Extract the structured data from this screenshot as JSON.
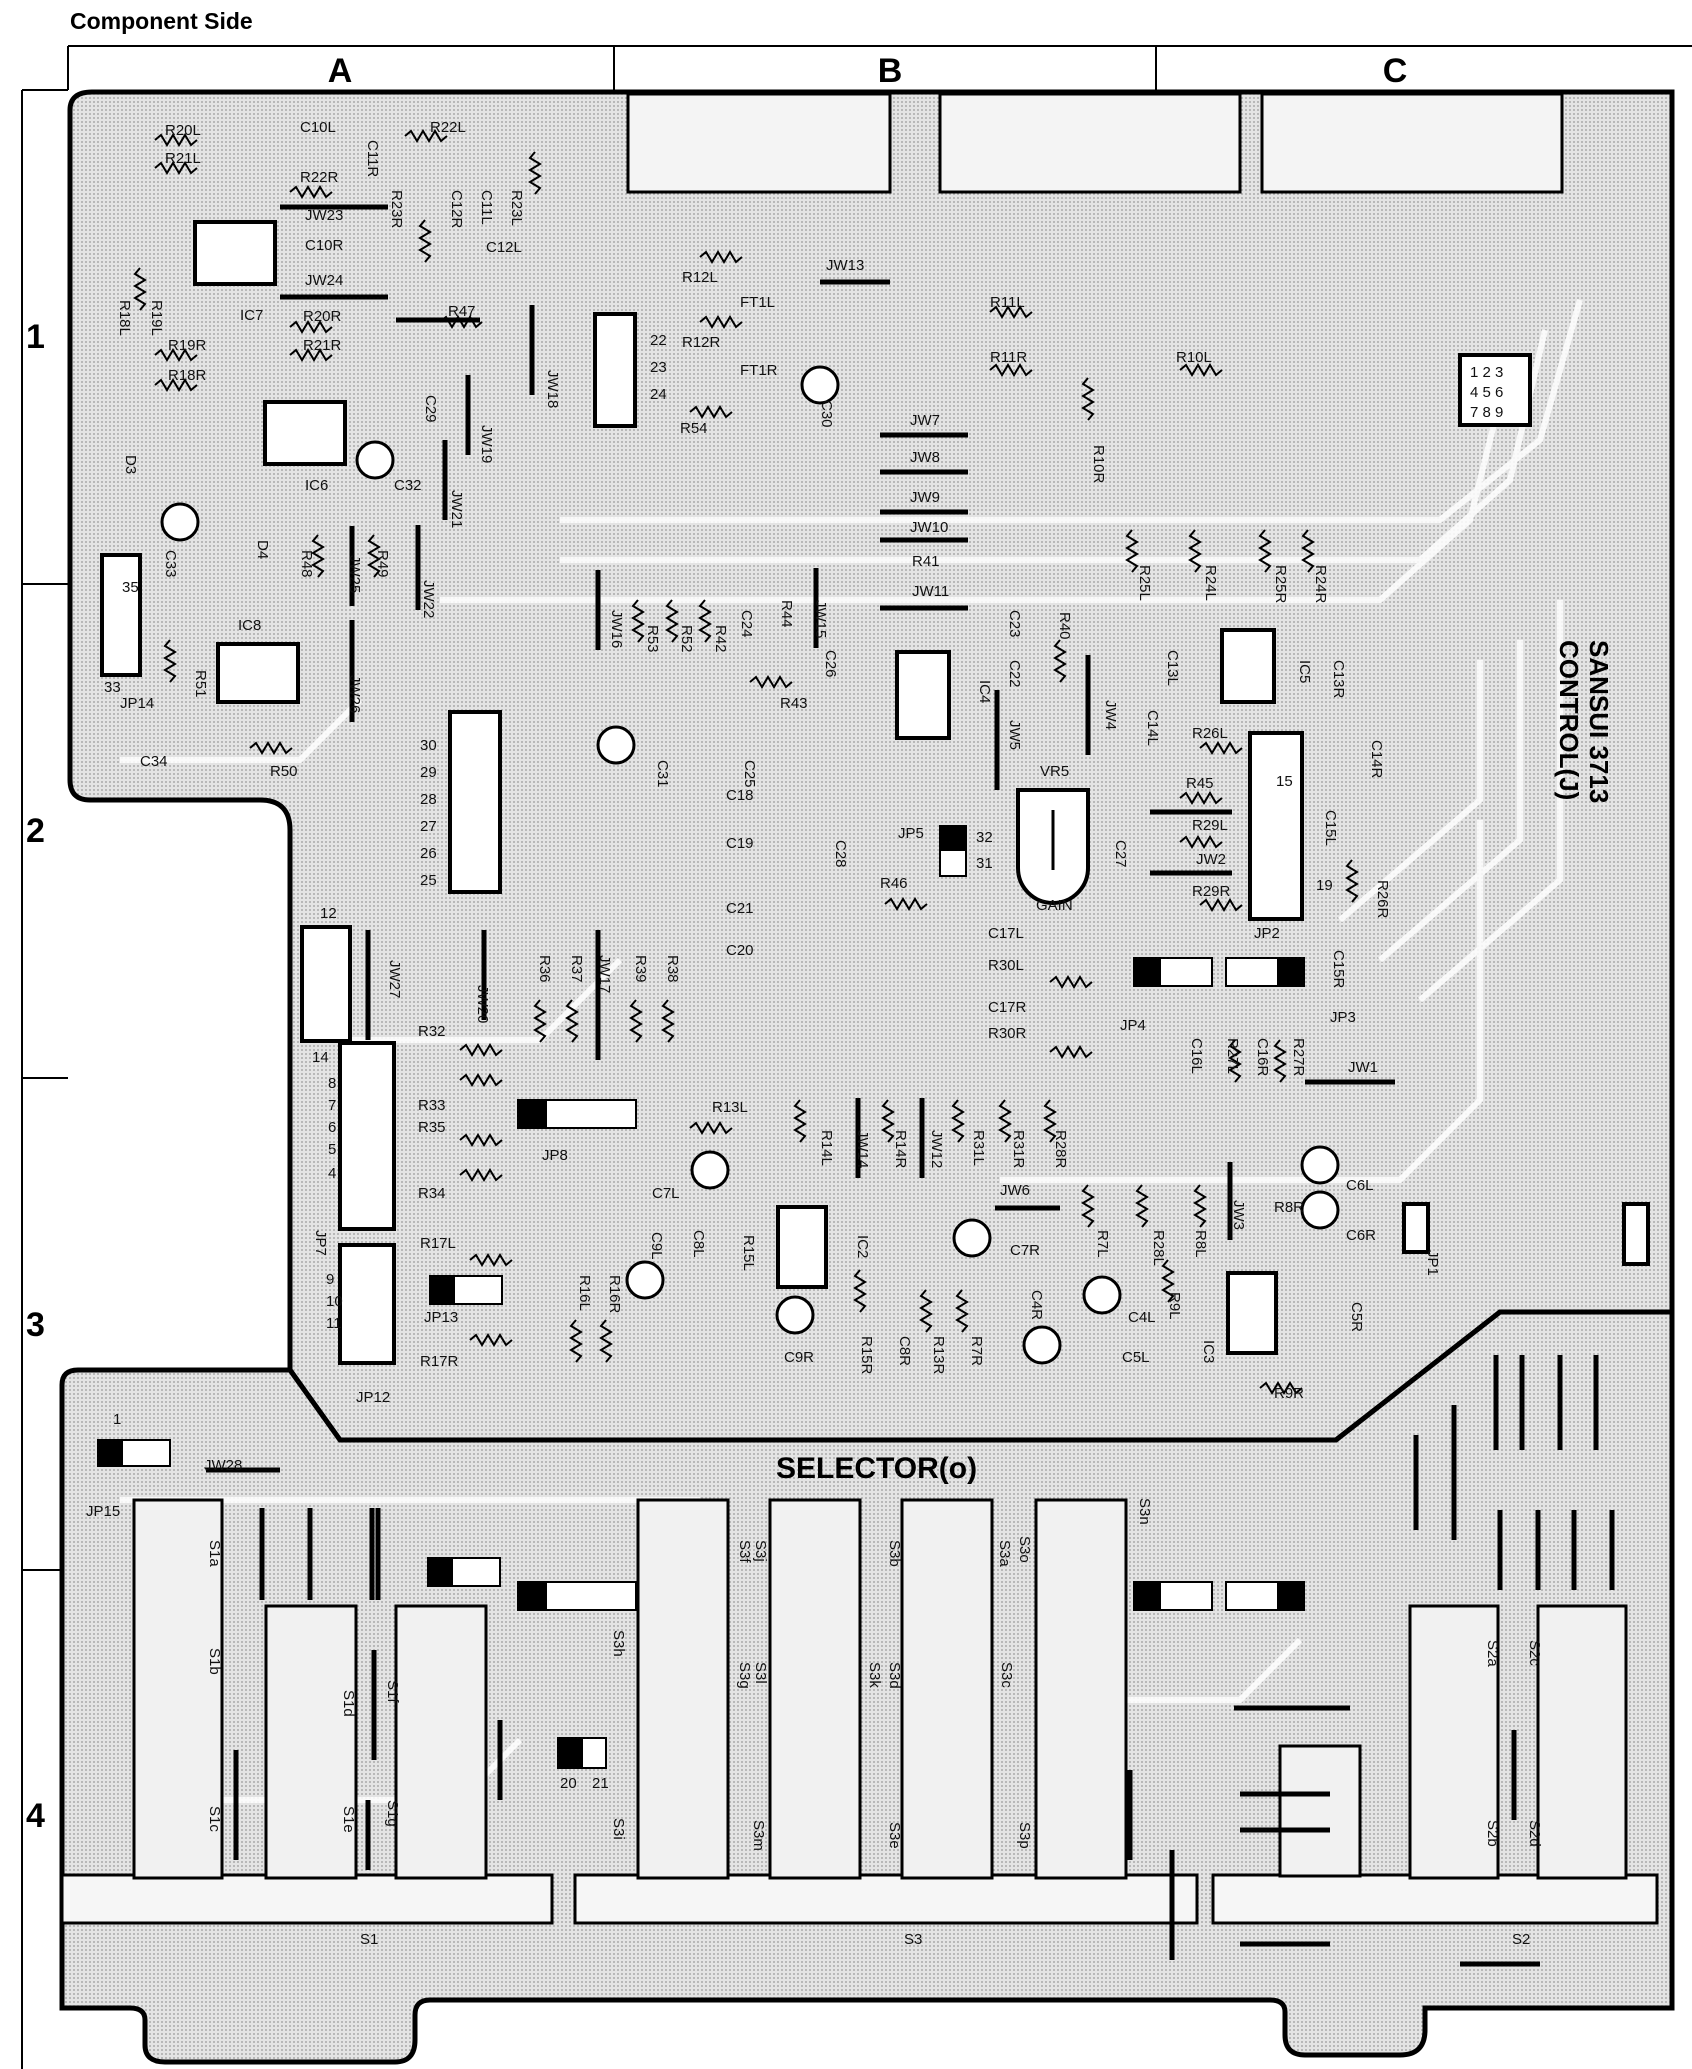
{
  "header": "Component Side",
  "columns": [
    "A",
    "B",
    "C"
  ],
  "rows": [
    "1",
    "2",
    "3",
    "4"
  ],
  "board_labels": {
    "control": "CONTROL(J)",
    "brand": "SANSUI 3713",
    "selector": "SELECTOR(o)",
    "gain": "GAIN",
    "vr5": "VR5",
    "grid_123": "1 2 3",
    "grid_456": "4 5 6",
    "grid_789": "7 8 9"
  },
  "components": [
    "R20L",
    "R21L",
    "C10L",
    "C11R",
    "R22L",
    "R22R",
    "R23R",
    "C12R",
    "C11L",
    "R23L",
    "JW23",
    "C10R",
    "C12L",
    "JW24",
    "R18L",
    "R19L",
    "IC7",
    "R20R",
    "R21R",
    "R47",
    "R19R",
    "R18R",
    "C29",
    "JW18",
    "JW19",
    "D3",
    "IC6",
    "C32",
    "JW21",
    "D4",
    "C33",
    "R48",
    "R49",
    "JW25",
    "JW22",
    "IC8",
    "R51",
    "JP14",
    "C34",
    "R50",
    "JW26",
    "R12L",
    "R12R",
    "FT1L",
    "FT1R",
    "JW13",
    "R54",
    "C30",
    "R11L",
    "R11R",
    "R10L",
    "R10R",
    "JW7",
    "JW8",
    "JW9",
    "JW10",
    "R41",
    "JW11",
    "C24",
    "R44",
    "JW16",
    "R53",
    "R52",
    "R42",
    "JW15",
    "C26",
    "C23",
    "R40",
    "IC4",
    "C22",
    "R43",
    "JW5",
    "JW4",
    "C31",
    "C25",
    "C18",
    "C19",
    "C21",
    "C20",
    "C28",
    "JP5",
    "VR5",
    "C27",
    "R46",
    "R25L",
    "R24L",
    "R25R",
    "R24R",
    "C13L",
    "IC5",
    "C13R",
    "C14L",
    "R26L",
    "C14R",
    "R45",
    "C15L",
    "R29L",
    "R26R",
    "JW2",
    "R29R",
    "JP2",
    "C15R",
    "JP3",
    "JP4",
    "C17L",
    "R30L",
    "C17R",
    "R30R",
    "C16L",
    "R27L",
    "C16R",
    "R27R",
    "JW1",
    "JP1",
    "JW27",
    "R32",
    "R33",
    "R35",
    "R34",
    "JP7",
    "JP8",
    "JW20",
    "R36",
    "R37",
    "JW17",
    "R39",
    "R38",
    "R13L",
    "R14L",
    "JW14",
    "R14R",
    "JW12",
    "R31L",
    "R31R",
    "R28R",
    "C7L",
    "C8L",
    "C9L",
    "R15L",
    "IC2",
    "R16L",
    "R16R",
    "R17L",
    "R17R",
    "JP13",
    "JP12",
    "C9R",
    "R15R",
    "C8R",
    "R13R",
    "R7R",
    "JW6",
    "C7R",
    "R7L",
    "R28L",
    "R8L",
    "JW3",
    "R8R",
    "C6L",
    "C6R",
    "C4R",
    "C4L",
    "C5L",
    "R9L",
    "IC3",
    "C5R",
    "R9R",
    "JP15",
    "JW28",
    "S1a",
    "S1b",
    "S1c",
    "S1d",
    "S1e",
    "S1f",
    "S1g",
    "S3a",
    "S3b",
    "S3c",
    "S3d",
    "S3e",
    "S3f",
    "S3g",
    "S3h",
    "S3i",
    "S3j",
    "S3k",
    "S3l",
    "S3m",
    "S3n",
    "S3o",
    "S3p",
    "S2a",
    "S2b",
    "S2c",
    "S2d",
    "S1",
    "S2",
    "S3"
  ],
  "pins": [
    "22",
    "23",
    "24",
    "30",
    "29",
    "28",
    "27",
    "26",
    "25",
    "12",
    "14",
    "8",
    "7",
    "6",
    "5",
    "4",
    "9",
    "10",
    "11",
    "35",
    "33",
    "32",
    "31",
    "15",
    "19",
    "20",
    "21",
    "1"
  ]
}
